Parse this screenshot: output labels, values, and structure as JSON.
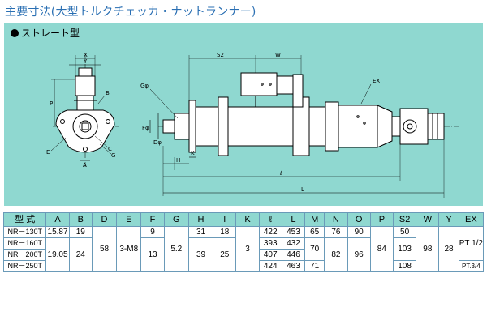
{
  "title": "主要寸法(大型トルクチェッカ・ナットランナー)",
  "subtitle": "ストレート型",
  "colors": {
    "title": "#2a6fb3",
    "panel": "#8fd8d0",
    "grid": "#6a9ab8"
  },
  "drawing_labels": {
    "x": "X",
    "y": "Y",
    "p": "P",
    "b": "B",
    "c": "C",
    "e": "E",
    "a": "A",
    "g": "G",
    "gphi": "Gφ",
    "fphi": "Fφ",
    "dphi": "Dφ",
    "s2": "S2",
    "w": "W",
    "ex": "EX",
    "h": "H",
    "k": "K",
    "l_small": "ℓ",
    "l": "L"
  },
  "table": {
    "headers": [
      "型 式",
      "A",
      "B",
      "D",
      "E",
      "F",
      "G",
      "H",
      "I",
      "K",
      "ℓ",
      "L",
      "M",
      "N",
      "O",
      "P",
      "S2",
      "W",
      "Y",
      "EX"
    ],
    "rows": [
      {
        "model": "NR－130T",
        "A": "15.87",
        "B": "19",
        "D": "58",
        "E": "3-M8",
        "F": "9",
        "G": "5.2",
        "H": "31",
        "I": "18",
        "K": "3",
        "l": "422",
        "L": "453",
        "M": "65",
        "N": "76",
        "O": "90",
        "P": "84",
        "S2": "50",
        "W": "98",
        "Y": "28",
        "EX": "PT 1/2"
      },
      {
        "model": "NR－160T",
        "A": "19.05",
        "B": "24",
        "F": "13",
        "H": "39",
        "I": "25",
        "l": "393",
        "L": "432",
        "M": "70",
        "N": "82",
        "O": "96",
        "S2": "103"
      },
      {
        "model": "NR－200T",
        "l": "407",
        "L": "446"
      },
      {
        "model": "NR－250T",
        "l": "424",
        "L": "463",
        "M": "71",
        "S2": "108",
        "EX": "PT.3/4"
      }
    ]
  }
}
